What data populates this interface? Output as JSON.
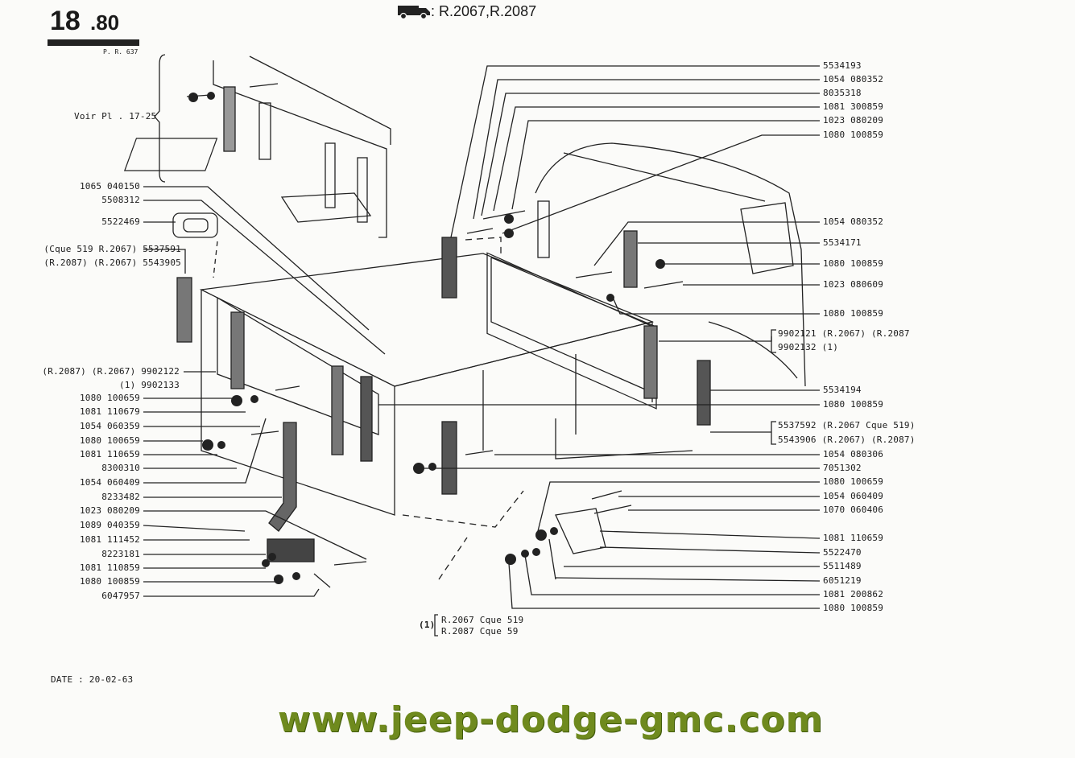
{
  "header": {
    "page_number": "18",
    "page_sub": ".80",
    "ref": "P. R. 637",
    "models": ": R.2067,R.2087",
    "icon": "truck-icon"
  },
  "date_label": "DATE : 20-02-63",
  "watermark": "www.jeep-dodge-gmc.com",
  "see_plate": "Voir Pl . 17-25",
  "footnote": {
    "marker": "(1)",
    "lines": [
      "R.2067 Cque 519",
      "R.2087 Cque 59"
    ]
  },
  "left_labels": [
    "1065 040150",
    "5508312",
    "5522469",
    "(Cque 519 R.2067) 5537591",
    "(R.2087) (R.2067) 5543905",
    "(R.2087) (R.2067) 9902122",
    "(1) 9902133",
    "1080 100659",
    "1081 110679",
    "1054 060359",
    "1080 100659",
    "1081 110659",
    "8300310",
    "1054 060409",
    "8233482",
    "1023 080209",
    "1089 040359",
    "1081 111452",
    "8223181",
    "1081 110859",
    "1080 100859",
    "6047957"
  ],
  "right_labels": [
    "5534193",
    "1054 080352",
    "8035318",
    "1081 300859",
    "1023 080209",
    "1080 100859",
    "1054 080352",
    "5534171",
    "1080 100859",
    "1023 080609",
    "1080 100859",
    "9902121 (R.2067) (R.2087",
    "9902132 (1)",
    "5534194",
    "1080 100859",
    "5537592 (R.2067 Cque 519)",
    "5543906 (R.2067) (R.2087)",
    "1054 080306",
    "7051302",
    "1080 100659",
    "1054 060409",
    "1070 060406",
    "1081 110659",
    "5522470",
    "5511489",
    "6051219",
    "1081 200862",
    "1080 100859"
  ]
}
